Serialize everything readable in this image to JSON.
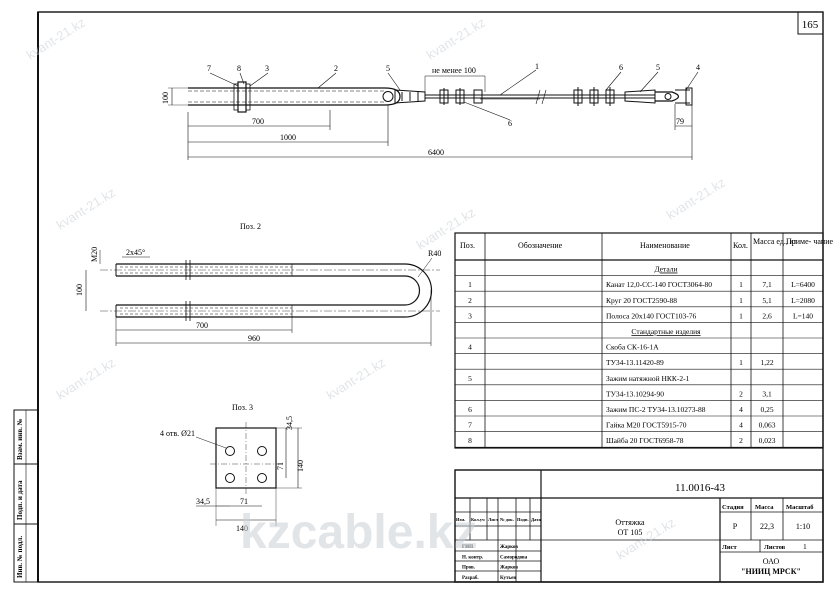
{
  "page_number": "165",
  "watermark": "kvant-21.kz",
  "watermark_big": "kzcable.kz",
  "top_view": {
    "callouts": [
      "7",
      "8",
      "3",
      "2",
      "5",
      "1",
      "6",
      "6",
      "5",
      "4"
    ],
    "dims": {
      "d100": "100",
      "d700": "700",
      "d1000": "1000",
      "d6400": "6400",
      "min100": "не менее 100",
      "d79": "79"
    }
  },
  "pos2": {
    "title": "Поз. 2",
    "labels": {
      "m20": "M20",
      "chamfer": "2x45°",
      "r40": "R40",
      "d100": "100",
      "d700": "700",
      "d960": "960"
    }
  },
  "pos3": {
    "title": "Поз. 3",
    "labels": {
      "holes": "4 отв. Ø21",
      "d345a": "34,5",
      "d71a": "71",
      "d140a": "140",
      "d345b": "34,5",
      "d71b": "71",
      "d140b": "140"
    }
  },
  "spec": {
    "headers": {
      "pos": "Поз.",
      "code": "Обозначение",
      "name": "Наименование",
      "qty": "Кол.",
      "mass": "Масса ед., кг",
      "note": "Приме- чание"
    },
    "rows": [
      {
        "pos": "",
        "name": "Детали",
        "qty": "",
        "mass": "",
        "note": "",
        "section": true
      },
      {
        "pos": "1",
        "name": "Канат 12,0-СС-140 ГОСТ3064-80",
        "qty": "1",
        "mass": "7,1",
        "note": "L=6400"
      },
      {
        "pos": "2",
        "name": "Круг 20 ГОСТ2590-88",
        "qty": "1",
        "mass": "5,1",
        "note": "L=2080"
      },
      {
        "pos": "3",
        "name": "Полоса 20х140 ГОСТ103-76",
        "qty": "1",
        "mass": "2,6",
        "note": "L=140"
      },
      {
        "pos": "",
        "name": "Стандартные изделия",
        "qty": "",
        "mass": "",
        "note": "",
        "section": true
      },
      {
        "pos": "4",
        "name": "Скоба СК-16-1А",
        "qty": "",
        "mass": "",
        "note": ""
      },
      {
        "pos": "",
        "name": "ТУ34-13.11420-89",
        "qty": "1",
        "mass": "1,22",
        "note": ""
      },
      {
        "pos": "5",
        "name": "Зажим натяжной НКК-2-1",
        "qty": "",
        "mass": "",
        "note": ""
      },
      {
        "pos": "",
        "name": "ТУ34-13.10294-90",
        "qty": "2",
        "mass": "3,1",
        "note": ""
      },
      {
        "pos": "6",
        "name": "Зажим ПС-2 ТУ34-13.10273-88",
        "qty": "4",
        "mass": "0,25",
        "note": ""
      },
      {
        "pos": "7",
        "name": "Гайка М20 ГОСТ5915-70",
        "qty": "4",
        "mass": "0,063",
        "note": ""
      },
      {
        "pos": "8",
        "name": "Шайба 20 ГОСТ6958-78",
        "qty": "2",
        "mass": "0,023",
        "note": ""
      }
    ]
  },
  "title_block": {
    "doc_code": "11.0016-43",
    "title_line1": "Оттяжка",
    "title_line2": "ОТ 105",
    "stage_label": "Стадия",
    "mass_label": "Масса",
    "scale_label": "Масштаб",
    "stage": "Р",
    "mass": "22,3",
    "scale": "1:10",
    "sheet_label": "Лист",
    "sheets_label": "Листов",
    "sheets": "1",
    "org_line1": "ОАО",
    "org_line2": "\"НИИЦ МРСК\"",
    "col_headers": [
      "Изм.",
      "Кол.уч",
      "Лист",
      "№ док.",
      "Подп.",
      "Дата"
    ],
    "roles": [
      {
        "role": "ГИП",
        "name": "Жарков"
      },
      {
        "role": "Н. контр.",
        "name": "Самородова"
      },
      {
        "role": "Пров.",
        "name": "Жарков"
      },
      {
        "role": "Разраб.",
        "name": "Кутьев"
      }
    ]
  },
  "side_stamp": [
    "Взам. инв. №",
    "Подп. и дата",
    "Инв. № подл."
  ]
}
